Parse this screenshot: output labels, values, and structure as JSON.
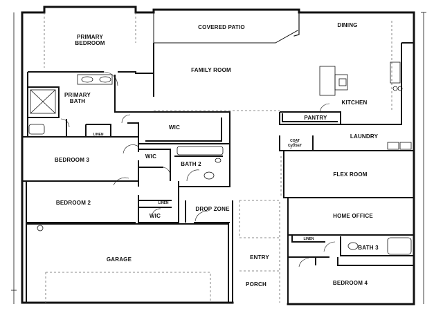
{
  "rooms": {
    "primary_bedroom_line1": "PRIMARY",
    "primary_bedroom_line2": "BEDROOM",
    "covered_patio": "COVERED PATIO",
    "dining": "DINING",
    "family_room": "FAMILY ROOM",
    "primary_bath_line1": "PRIMARY",
    "primary_bath_line2": "BATH",
    "kitchen": "KITCHEN",
    "pantry": "PANTRY",
    "wic_main": "WIC",
    "linen_primary": "LINEN",
    "laundry": "LAUNDRY",
    "coat_closet_line1": "COAT",
    "coat_closet_line2": "CLOSET",
    "bedroom3": "BEDROOM 3",
    "wic_bed3": "WIC",
    "bath2": "BATH 2",
    "flex_room": "FLEX ROOM",
    "bedroom2": "BEDROOM 2",
    "linen_bed2": "LINEN",
    "wic_bed2": "WIC",
    "drop_zone": "DROP ZONE",
    "home_office": "HOME OFFICE",
    "linen_bath3": "LINEN",
    "bath3": "BATH 3",
    "garage": "GARAGE",
    "entry": "ENTRY",
    "porch": "PORCH",
    "bedroom4": "BEDROOM 4"
  }
}
